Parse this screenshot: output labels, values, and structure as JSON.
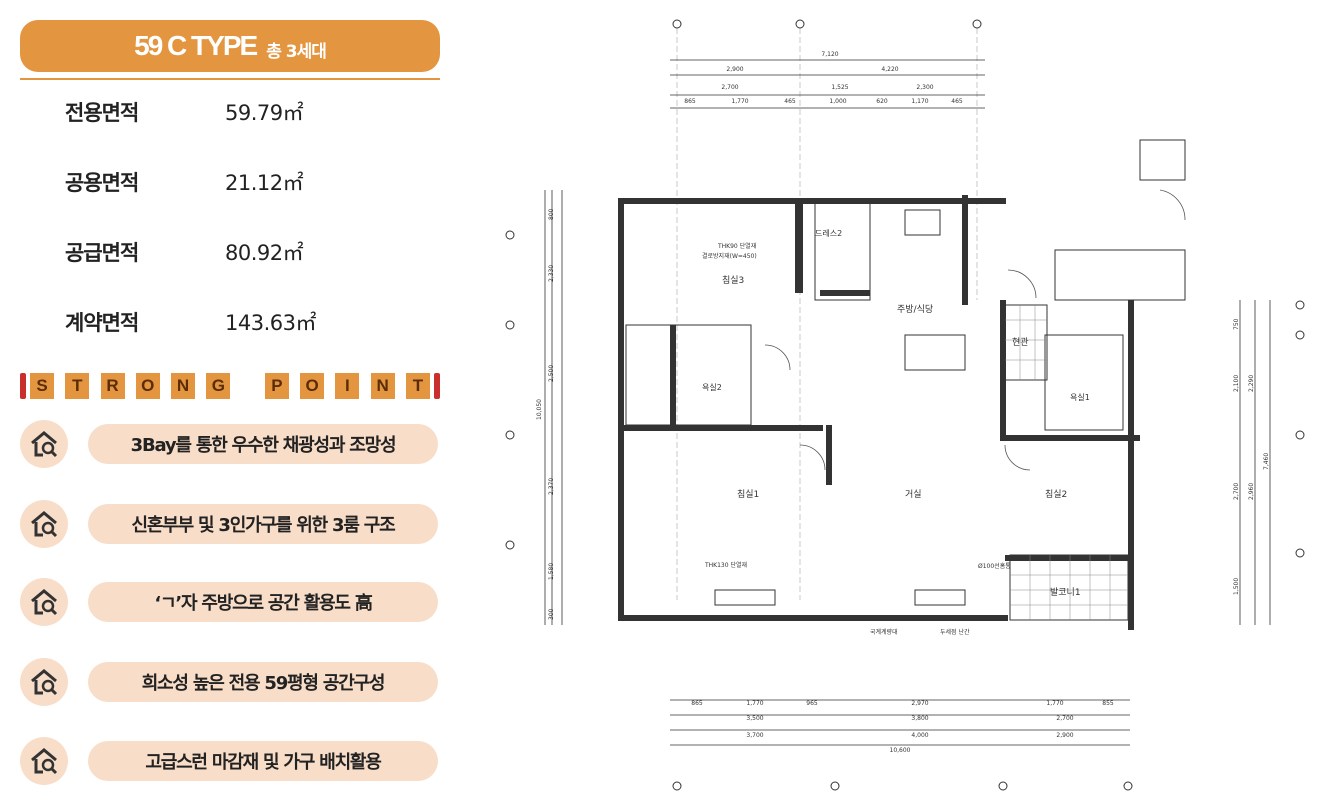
{
  "header": {
    "title": "59 C TYPE",
    "subtitle": "총 3세대"
  },
  "areas": [
    {
      "label": "전용면적",
      "value": "59.79㎡"
    },
    {
      "label": "공용면적",
      "value": "21.12㎡"
    },
    {
      "label": "공급면적",
      "value": "80.92㎡"
    },
    {
      "label": "계약면적",
      "value": "143.63㎡"
    }
  ],
  "strong_point": {
    "word1": [
      "S",
      "T",
      "R",
      "O",
      "N",
      "G"
    ],
    "word2": [
      "P",
      "O",
      "I",
      "N",
      "T"
    ]
  },
  "features": [
    {
      "text": "3Bay를 통한 우수한 채광성과 조망성",
      "icon": "house-search-icon"
    },
    {
      "text": "신혼부부 및 3인가구를 위한 3룸 구조",
      "icon": "house-search-icon"
    },
    {
      "text": "‘ㄱ’자 주방으로 공간 활용도 高",
      "icon": "house-search-icon"
    },
    {
      "text": "희소성 높은 전용 59평형 공간구성",
      "icon": "house-search-icon"
    },
    {
      "text": "고급스런 마감재 및 가구 배치활용",
      "icon": "house-search-icon"
    }
  ],
  "plan": {
    "dims_top": {
      "total": "7,120",
      "a": "2,900",
      "b": "4,220",
      "c1": "2,700",
      "c2": "1,525",
      "c3": "2,300",
      "d1": "865",
      "d2": "1,770",
      "d3": "465",
      "d4": "1,000",
      "d5": "620",
      "d6": "1,170",
      "d7": "465"
    },
    "dims_bottom": {
      "a1": "865",
      "a2": "1,770",
      "a3": "965",
      "b1": "2,970",
      "c1": "1,770",
      "c2": "855",
      "e1": "3,500",
      "e2": "3,800",
      "e3": "2,700",
      "f1": "3,700",
      "f2": "4,000",
      "f3": "2,900",
      "total": "10,600"
    },
    "dims_left": {
      "a": "800",
      "b": "2,330",
      "c": "2,500",
      "d": "2,370",
      "e": "1,580",
      "f": "300",
      "total": "10,050"
    },
    "dims_right": {
      "a": "750",
      "b": "2,100",
      "c": "2,290",
      "d": "2,700",
      "e": "2,960",
      "f": "1,500",
      "total": "7,460"
    },
    "rooms": {
      "bed3": "침실3",
      "kitchen": "주방/식당",
      "living": "거실",
      "bed1": "침실1",
      "bed2": "침실2",
      "entry": "현관",
      "balcony": "발코니1",
      "bath2": "욕실2",
      "bath1": "욕실1",
      "dress": "드레스2"
    },
    "notes": {
      "n1": "THK90 단열재",
      "n2": "결로방지재(W=450)",
      "n3": "THK130 단열재",
      "n4": "국계계량대",
      "n5": "두세점 난간",
      "n6": "Ø100선홈통"
    }
  }
}
